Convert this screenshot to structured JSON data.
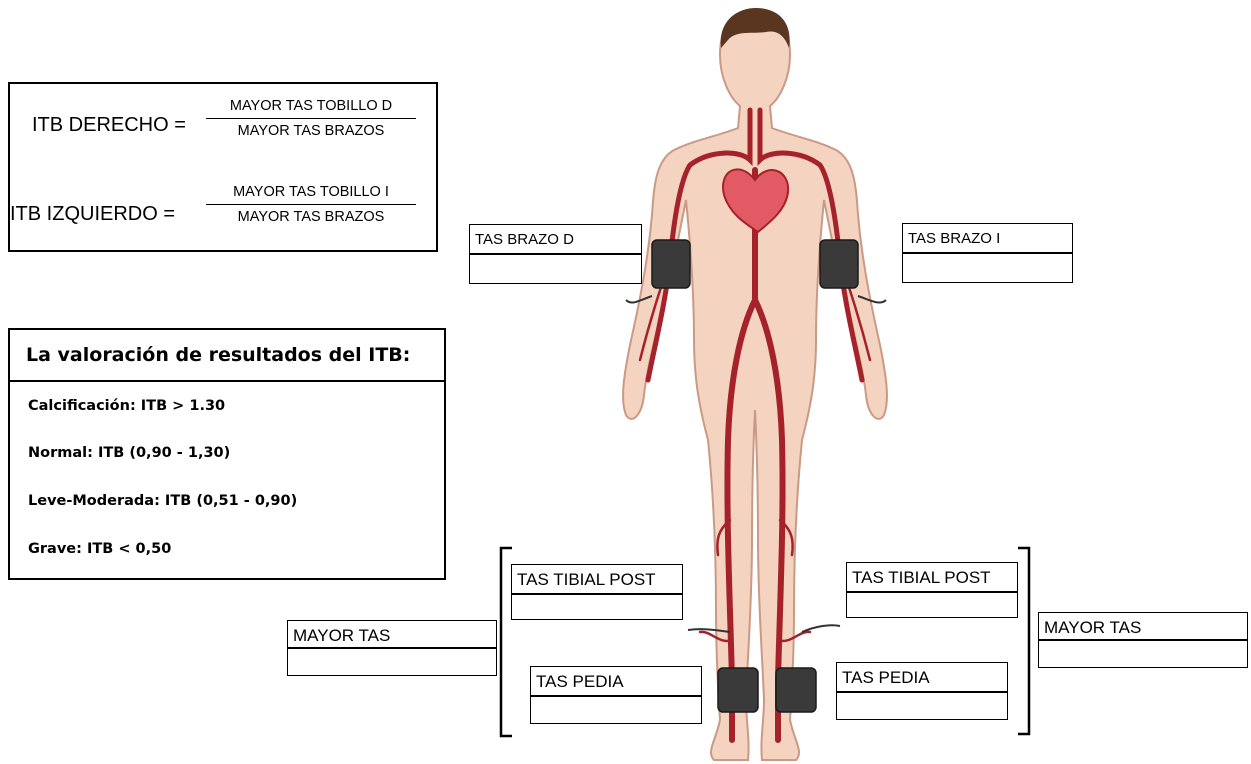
{
  "formulas": {
    "right": {
      "lhs": "ITB DERECHO =",
      "numerator": "MAYOR TAS TOBILLO D",
      "denominator": "MAYOR TAS BRAZOS"
    },
    "left": {
      "lhs": "ITB IZQUIERDO =",
      "numerator": "MAYOR TAS TOBILLO I",
      "denominator": "MAYOR TAS BRAZOS"
    }
  },
  "results": {
    "title": "La valoración de resultados del ITB:",
    "items": [
      "Calcificación: ITB > 1.30",
      "Normal: ITB (0,90 - 1,30)",
      "Leve-Moderada: ITB (0,51 - 0,90)",
      "Grave: ITB < 0,50"
    ]
  },
  "fields": {
    "brazo_d": {
      "label": "TAS BRAZO D",
      "value": ""
    },
    "brazo_i": {
      "label": "TAS BRAZO I",
      "value": ""
    },
    "tibial_post_d": {
      "label": "TAS TIBIAL POST",
      "value": ""
    },
    "tibial_post_i": {
      "label": "TAS TIBIAL POST",
      "value": ""
    },
    "pedia_d": {
      "label": "TAS PEDIA",
      "value": ""
    },
    "pedia_i": {
      "label": "TAS PEDIA",
      "value": ""
    },
    "mayor_d": {
      "label": "MAYOR TAS",
      "value": ""
    },
    "mayor_i": {
      "label": "MAYOR TAS",
      "value": ""
    }
  },
  "colors": {
    "skin": "#f4d3c0",
    "skin_outline": "#c99a85",
    "artery": "#a5222b",
    "cuff": "#3a3a3a",
    "hair": "#5a3520"
  }
}
